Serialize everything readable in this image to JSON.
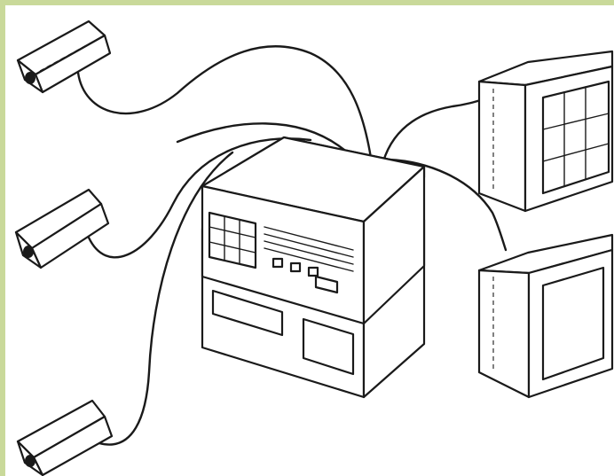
{
  "diagram": {
    "kind": "cctv-system-line-drawing",
    "colors": {
      "frame": "#c9d99a",
      "background": "#ffffff",
      "ink": "#1a1a1a"
    },
    "components": [
      {
        "id": "camera-1",
        "icon": "cctv-camera-icon"
      },
      {
        "id": "camera-2",
        "icon": "cctv-camera-icon"
      },
      {
        "id": "camera-3",
        "icon": "cctv-camera-icon"
      },
      {
        "id": "control-unit",
        "icon": "control-unit-icon"
      },
      {
        "id": "recorder",
        "icon": "recorder-icon"
      },
      {
        "id": "multi-view-monitor",
        "icon": "monitor-grid-icon"
      },
      {
        "id": "single-view-monitor",
        "icon": "monitor-icon"
      }
    ]
  }
}
